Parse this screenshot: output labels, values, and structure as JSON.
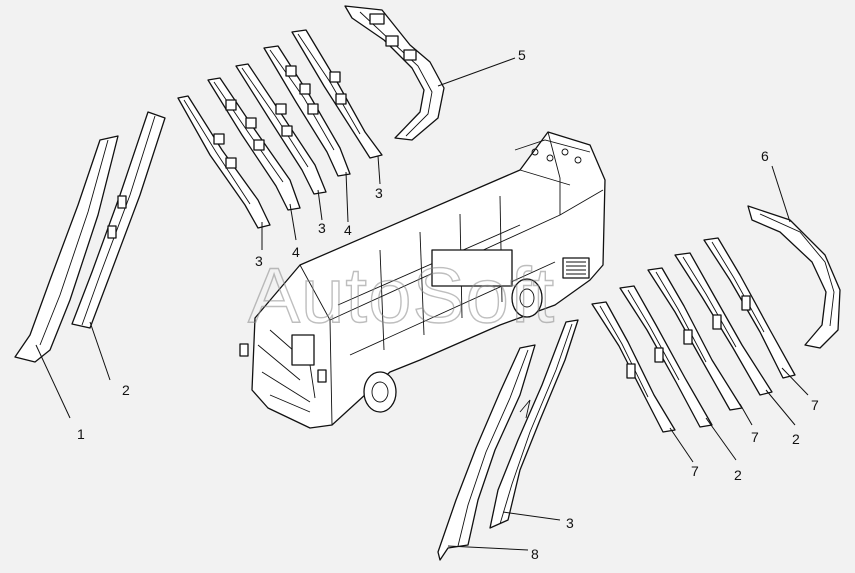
{
  "watermark": "AutoSoft",
  "callouts": {
    "c1": "1",
    "c2a": "2",
    "c3a": "3",
    "c4a": "4",
    "c3b": "3",
    "c4b": "4",
    "c3c": "3",
    "c5": "5",
    "c6": "6",
    "c7a": "7",
    "c2b": "2",
    "c7b": "7",
    "c2c": "2",
    "c7c": "7",
    "c3d": "3",
    "c8": "8"
  }
}
